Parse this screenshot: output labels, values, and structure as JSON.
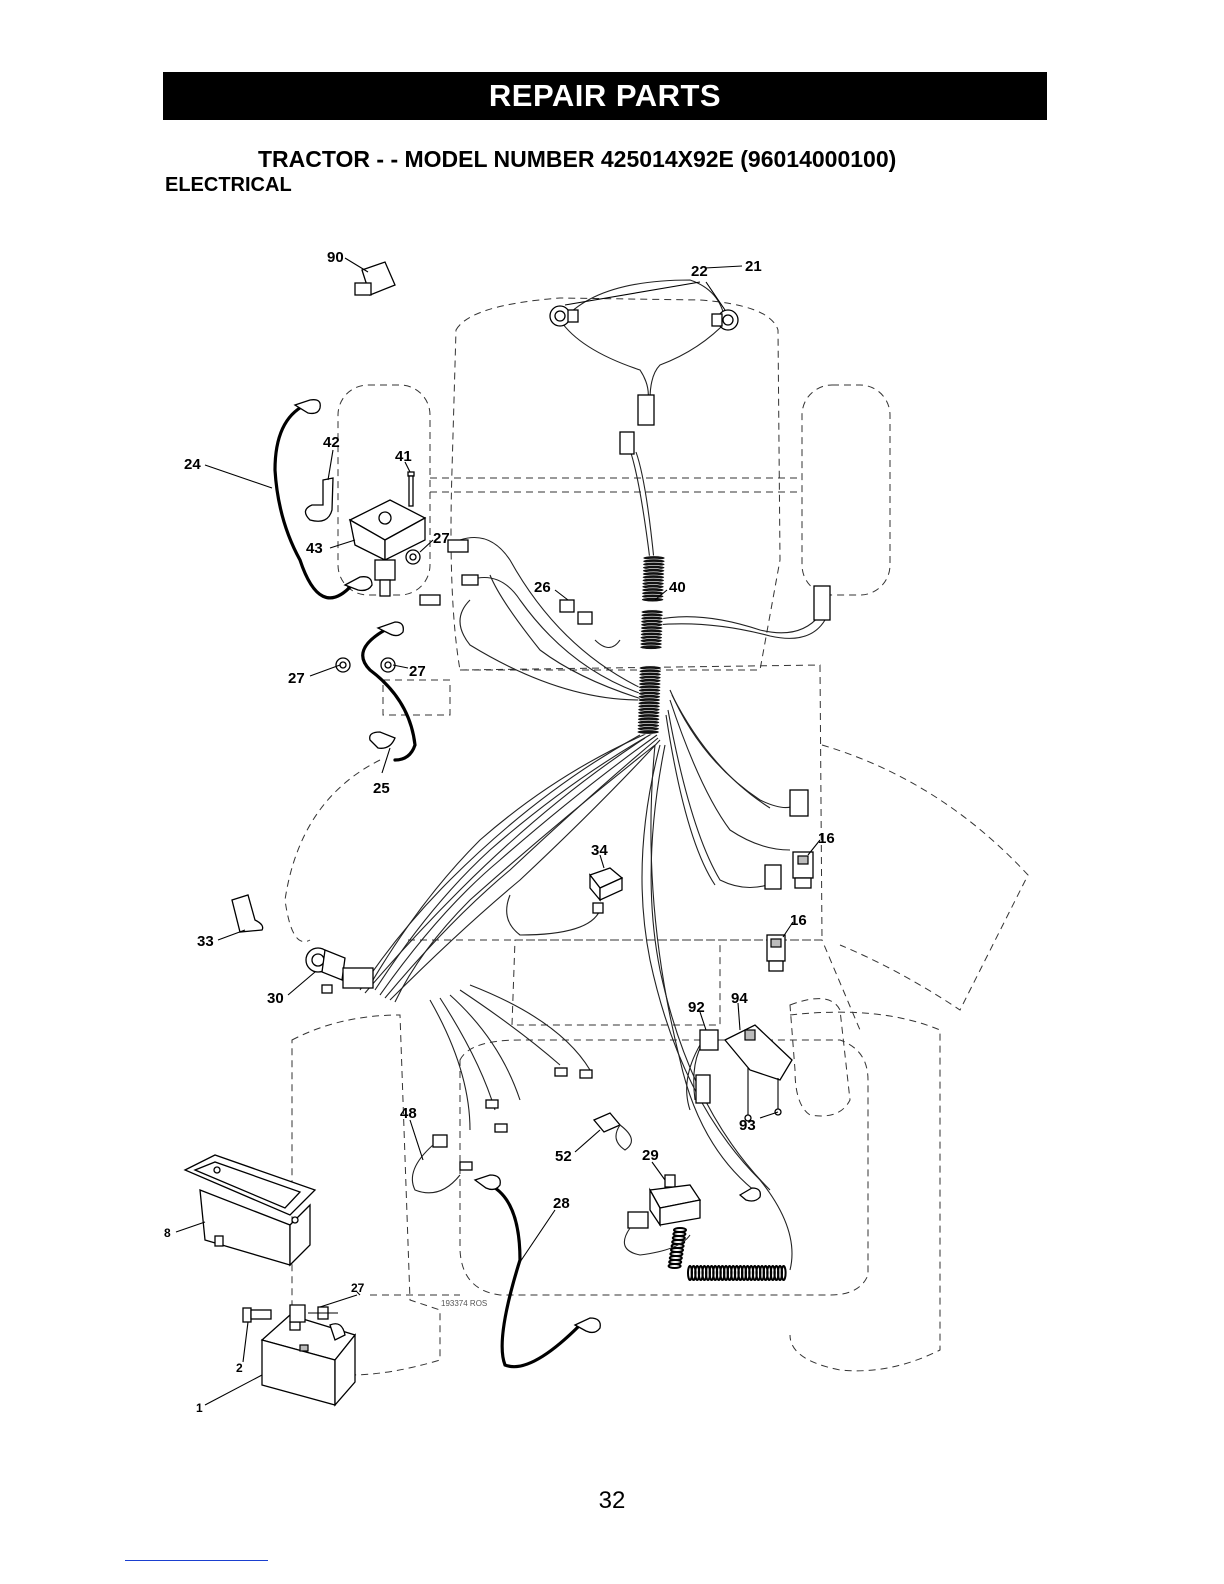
{
  "header": {
    "banner": "REPAIR PARTS",
    "title": "TRACTOR - - MODEL NUMBER  425014X92E (96014000100)",
    "subtitle": "ELECTRICAL"
  },
  "diagram": {
    "reference_code": "193374 ROS",
    "callouts": {
      "c22": "22",
      "c21": "21",
      "c90": "90",
      "c42": "42",
      "c41": "41",
      "c24": "24",
      "c43": "43",
      "c27a": "27",
      "c26": "26",
      "c40": "40",
      "c27b": "27",
      "c27c": "27",
      "c25": "25",
      "c34": "34",
      "c16a": "16",
      "c16b": "16",
      "c33": "33",
      "c30": "30",
      "c92": "92",
      "c94": "94",
      "c93": "93",
      "c48": "48",
      "c52": "52",
      "c29": "29",
      "c28": "28",
      "c8": "8",
      "c27d": "27",
      "c2": "2",
      "c1": "1"
    }
  },
  "footer": {
    "page_number": "32"
  }
}
